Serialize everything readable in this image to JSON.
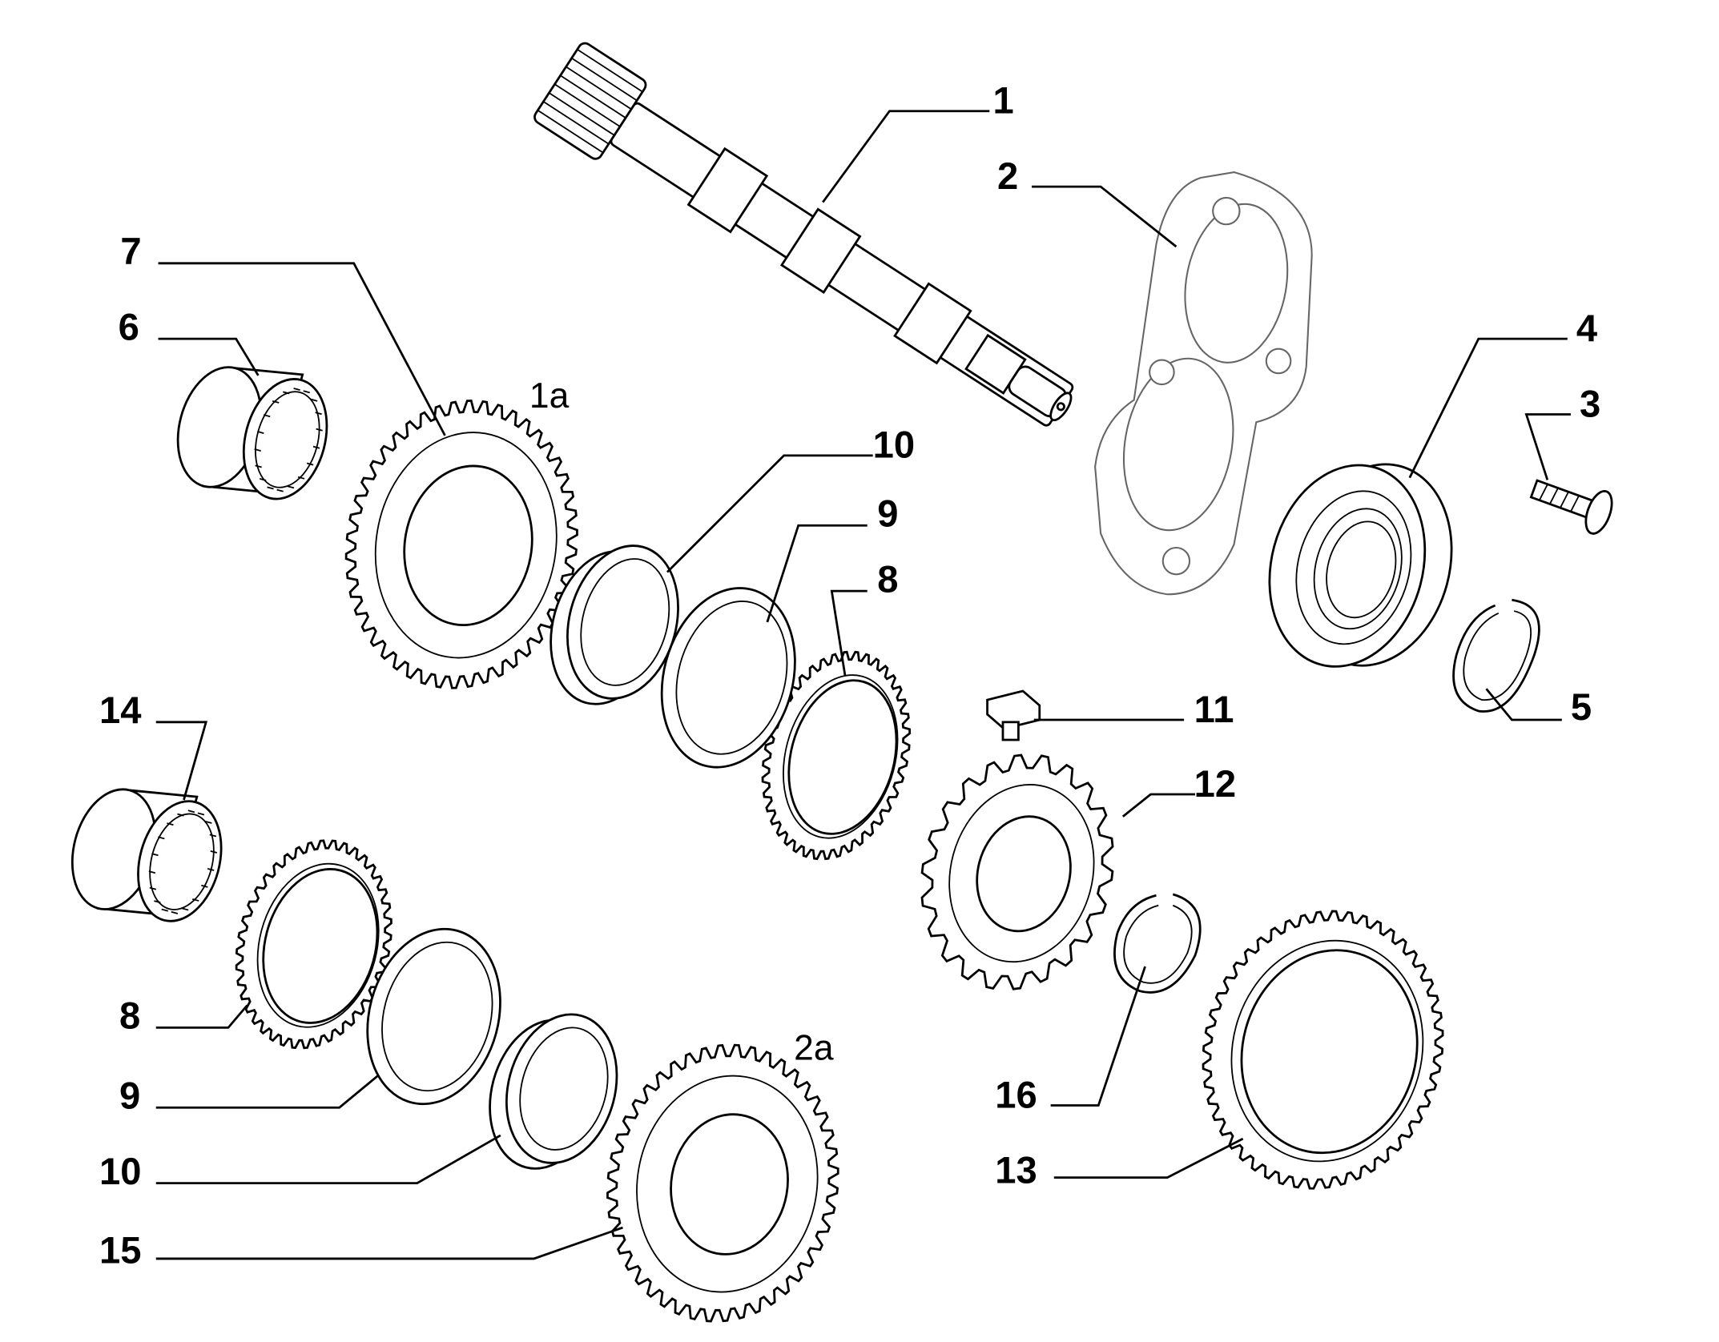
{
  "diagram": {
    "title": "Gearbox main shaft exploded view",
    "callouts": {
      "c1": "1",
      "c2": "2",
      "c3": "3",
      "c4": "4",
      "c5": "5",
      "c6": "6",
      "c7": "7",
      "c8a": "8",
      "c8b": "8",
      "c9a": "9",
      "c9b": "9",
      "c10a": "10",
      "c10b": "10",
      "c11": "11",
      "c12": "12",
      "c13": "13",
      "c14": "14",
      "c15": "15",
      "c16": "16",
      "c1a": "1a",
      "c2a": "2a"
    },
    "line_color": "#000000",
    "background": "#ffffff"
  }
}
